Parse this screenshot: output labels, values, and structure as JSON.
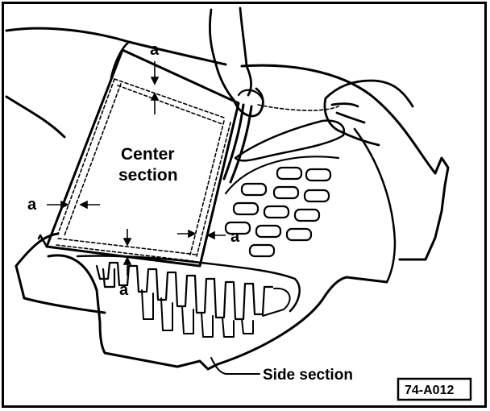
{
  "labels": {
    "center_line1": "Center",
    "center_line2": "section",
    "side_section": "Side section",
    "figure_code": "74-A012",
    "dim_top": "a",
    "dim_left": "a",
    "dim_right": "a",
    "dim_bottom": "a"
  },
  "colors": {
    "ink": "#000000",
    "paper": "#ffffff"
  }
}
